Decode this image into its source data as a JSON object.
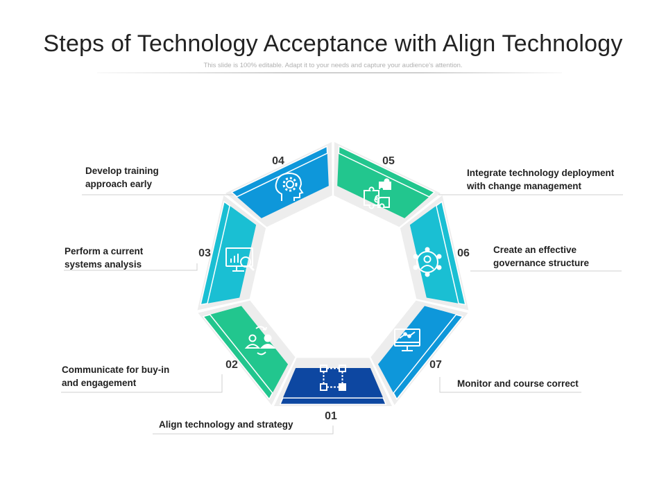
{
  "title": "Steps of Technology Acceptance with Align Technology",
  "subtitle": "This slide is 100% editable. Adapt it to your needs and capture your audience's attention.",
  "colors": {
    "dark_blue": "#0D47A1",
    "green": "#22C68E",
    "teal": "#1ABFD3",
    "blue": "#0E97DA",
    "halo": "#EDEDED"
  },
  "steps": [
    {
      "num": "01",
      "label": "Align technology and strategy",
      "icon": "flowchart-icon",
      "color": "#0D47A1"
    },
    {
      "num": "02",
      "label": "Communicate for buy-in and engagement",
      "icon": "people-exchange-icon",
      "color": "#22C68E"
    },
    {
      "num": "03",
      "label": "Perform a current systems analysis",
      "icon": "analysis-monitor-icon",
      "color": "#1ABFD3"
    },
    {
      "num": "04",
      "label": "Develop training approach early",
      "icon": "head-gear-icon",
      "color": "#0E97DA"
    },
    {
      "num": "05",
      "label": "Integrate technology deployment with change management",
      "icon": "puzzle-icon",
      "color": "#22C68E"
    },
    {
      "num": "06",
      "label": "Create an effective governance structure",
      "icon": "governance-network-icon",
      "color": "#1ABFD3"
    },
    {
      "num": "07",
      "label": "Monitor and course correct",
      "icon": "monitor-chart-icon",
      "color": "#0E97DA"
    }
  ]
}
